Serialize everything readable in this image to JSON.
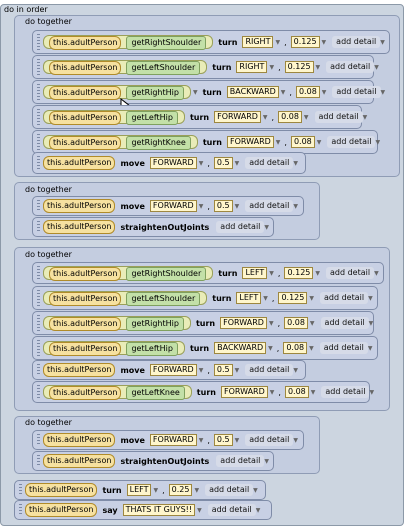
{
  "labels": {
    "do_in_order": "do in order",
    "do_together": "do together",
    "add_detail": "add detail",
    "move": "move",
    "turn": "turn",
    "say": "say",
    "straighten": "straightenOutJoints",
    "obj": "this.adultPerson",
    "right": "RIGHT",
    "left": "LEFT",
    "forward": "FORWARD",
    "backward": "BACKWARD"
  },
  "methods": {
    "getRightShoulder": "getRightShoulder",
    "getLeftShoulder": "getLeftShoulder",
    "getRightHip": "getRightHip",
    "getLeftHip": "getLeftHip",
    "getRightKnee": "getRightKnee",
    "getLeftKnee": "getLeftKnee"
  },
  "values": {
    "v0125": "0.125",
    "v008": "0.08",
    "v05": "0.5",
    "v025": "0.25",
    "say_text": "THATS IT GUYS!!"
  }
}
